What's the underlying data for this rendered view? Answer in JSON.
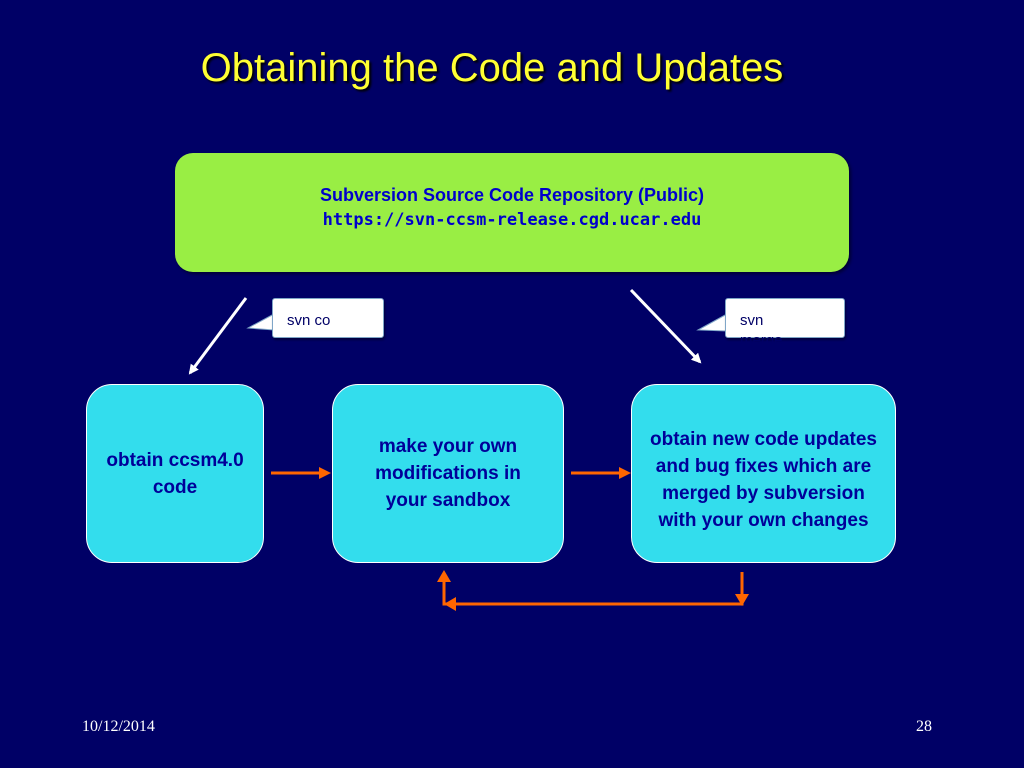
{
  "slide": {
    "title": "Obtaining the Code and Updates",
    "footer_date": "10/12/2014",
    "page_number": "28"
  },
  "repository": {
    "title": "Subversion Source Code Repository (Public)",
    "url": "https://svn-ccsm-release.cgd.ucar.edu"
  },
  "callouts": {
    "checkout": "svn co",
    "merge": "svn merge"
  },
  "steps": [
    {
      "text": "obtain ccsm4.0 code"
    },
    {
      "text": "make your own modifications in your  sandbox"
    },
    {
      "text": "obtain new code updates and bug fixes which are merged by subversion with your own changes"
    }
  ],
  "colors": {
    "background": "#000066",
    "title": "#ffff33",
    "repository_fill": "#99ee44",
    "step_fill": "#33dded",
    "text_blue": "#0000cc",
    "flow_arrow": "#ff6600"
  }
}
